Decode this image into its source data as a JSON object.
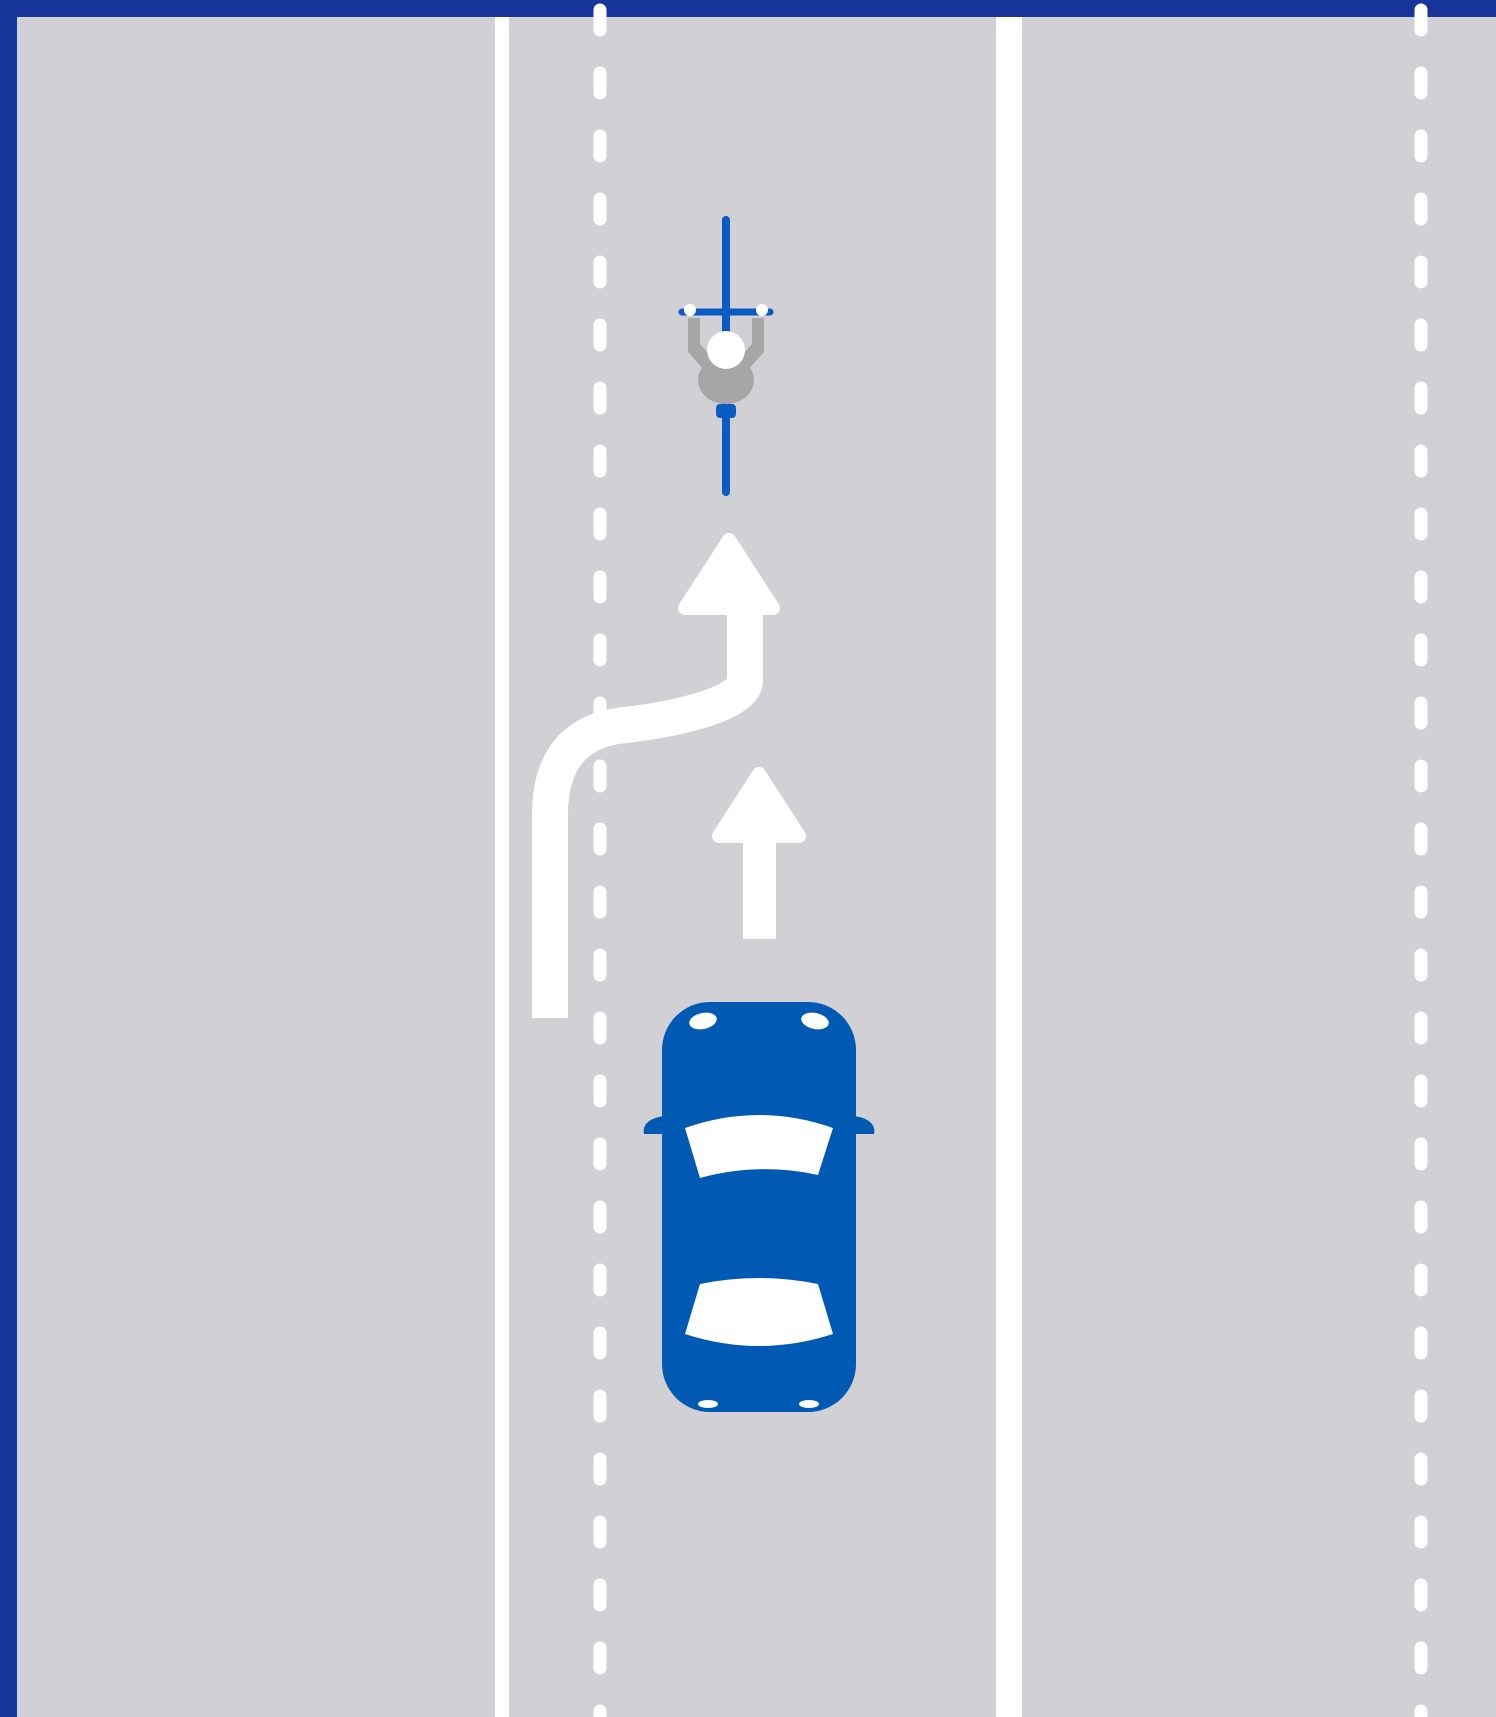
{
  "diagram": {
    "kind": "top-down road diagram",
    "colors": {
      "border": "#18359c",
      "road": "#d0d0d5",
      "marking": "#ffffff",
      "car": "#0059b3",
      "bicycle": "#0a5cc2",
      "rider": "#a6a6a6"
    },
    "elements": [
      {
        "name": "road-border",
        "description": "dark blue frame"
      },
      {
        "name": "solid-lane-line",
        "count": 2
      },
      {
        "name": "dashed-lane-line",
        "count": 2
      },
      {
        "name": "cyclist-icon",
        "direction": "up"
      },
      {
        "name": "overtake-path-arrow",
        "direction": "up",
        "shape": "curved, merging into cycle lane"
      },
      {
        "name": "straight-arrow",
        "direction": "up"
      },
      {
        "name": "car-icon",
        "direction": "up"
      }
    ]
  }
}
